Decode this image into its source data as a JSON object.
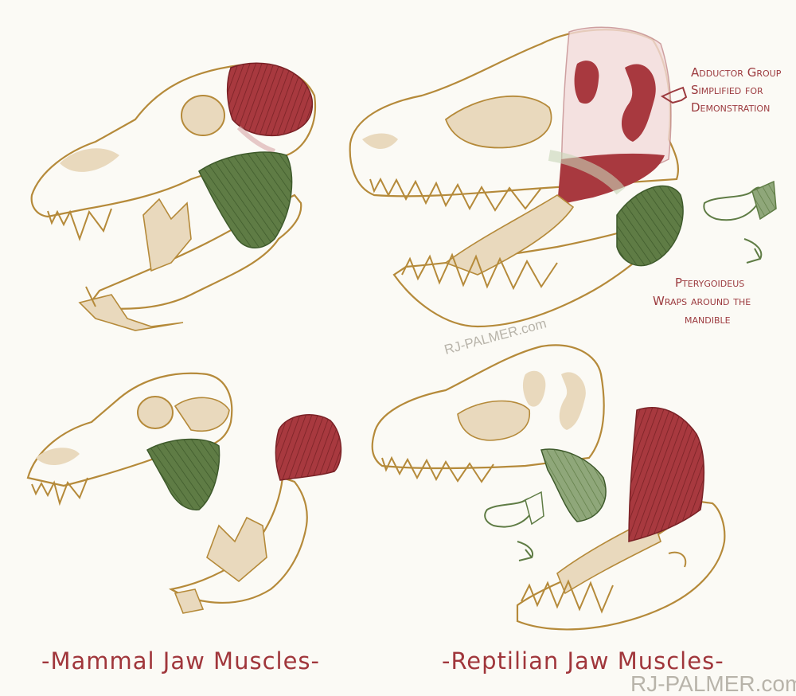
{
  "annotations": {
    "adductor": [
      "Adductor Group",
      "Simplified for",
      "Demonstration"
    ],
    "pterygoideus": [
      "Pterygoideus",
      "Wraps around the",
      "mandible"
    ]
  },
  "captions": {
    "mammal": "-Mammal Jaw Muscles-",
    "reptilian": "-Reptilian Jaw Muscles-"
  },
  "watermarks": {
    "center": "RJ-PALMER.com",
    "corner": "RJ-PALMER.com"
  },
  "colors": {
    "background": "#fbfaf5",
    "bone_fill": "#e9d9bd",
    "bone_line": "#b58a3a",
    "adductor_muscle": "#a8393f",
    "pterygoideus_muscle": "#5f7c45",
    "annotation_text": "#9c3b3f"
  },
  "icons": [
    "arrow-left-icon",
    "curl-arrow-icon",
    "curl-arrow-icon"
  ]
}
